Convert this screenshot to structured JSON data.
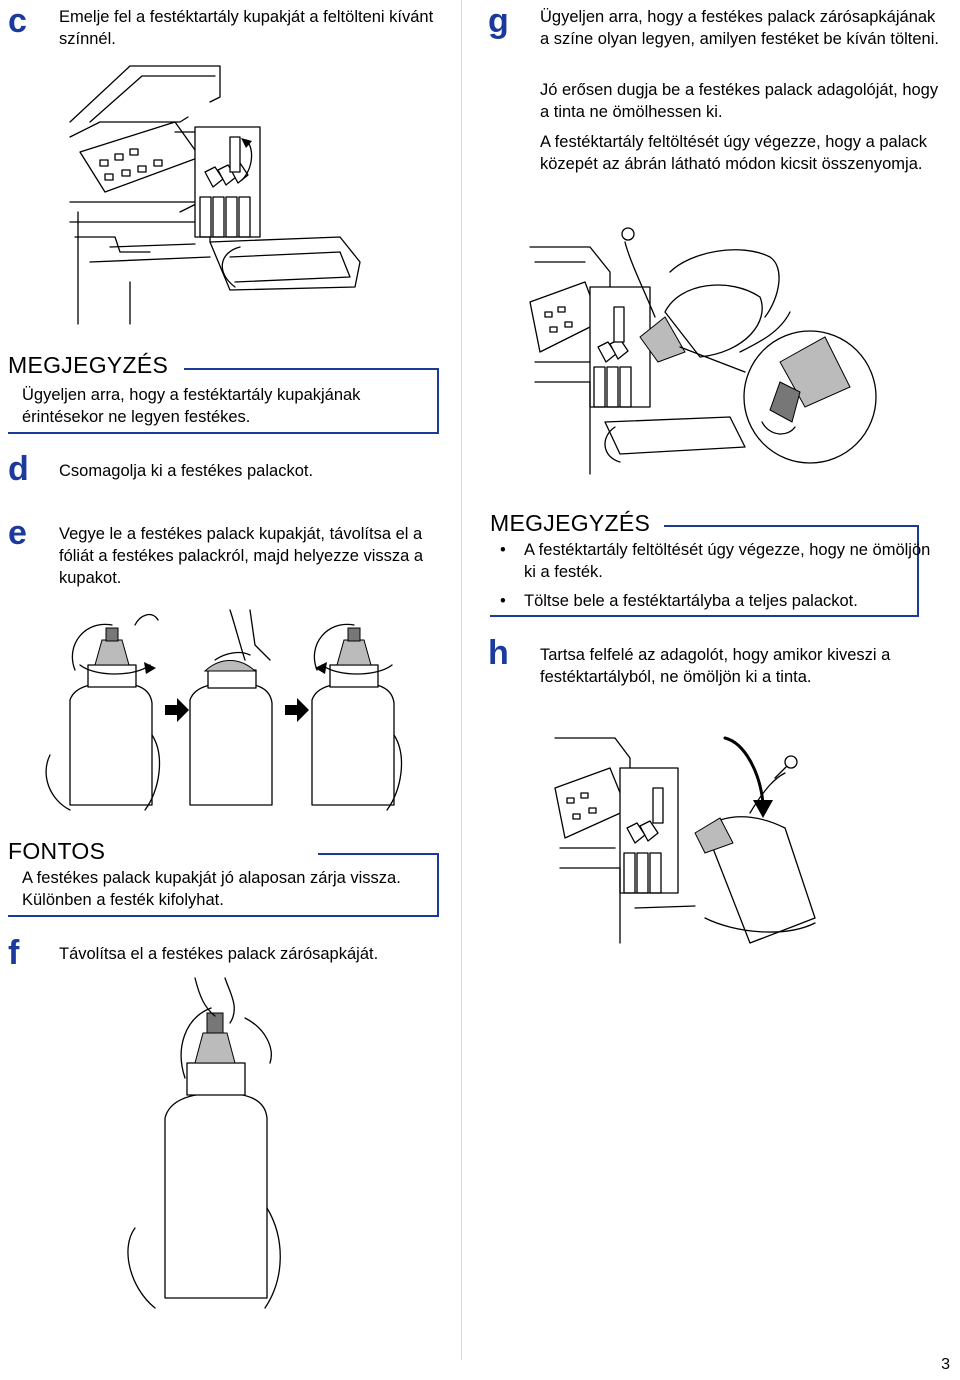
{
  "steps": {
    "c": {
      "letter": "c",
      "text": "Emelje fel a festéktartály kupakját a feltölteni kívánt színnél."
    },
    "d": {
      "letter": "d",
      "text": "Csomagolja ki a festékes palackot."
    },
    "e": {
      "letter": "e",
      "text": "Vegye le a festékes palack kupakját, távolítsa el a fóliát a festékes palackról, majd helyezze vissza a kupakot."
    },
    "f": {
      "letter": "f",
      "text": "Távolítsa el a festékes palack zárósapkáját."
    },
    "g": {
      "letter": "g",
      "p1": "Ügyeljen arra, hogy a festékes palack zárósapkájának a színe olyan legyen, amilyen festéket be kíván tölteni.",
      "p2": "Jó erősen dugja be a festékes palack adagolóját, hogy a tinta ne ömölhessen ki.",
      "p3": "A festéktartály feltöltését úgy végezze, hogy a palack közepét az ábrán látható módon kicsit összenyomja."
    },
    "h": {
      "letter": "h",
      "text": "Tartsa felfelé az adagolót, hogy amikor kiveszi a festéktartályból, ne ömöljön ki a tinta."
    }
  },
  "note1": {
    "title": "MEGJEGYZÉS",
    "text": "Ügyeljen arra, hogy a festéktartály kupakjának érintésekor ne legyen festékes."
  },
  "important": {
    "title": "FONTOS",
    "text": "A festékes palack kupakját jó alaposan zárja vissza. Különben a festék kifolyhat."
  },
  "note2": {
    "title": "MEGJEGYZÉS",
    "bullets": [
      "A festéktartály feltöltését úgy végezze, hogy ne ömöljön ki a festék.",
      "Töltse bele a festéktartályba a teljes palackot."
    ]
  },
  "page_number": "3",
  "colors": {
    "accent": "#1a3a9c"
  }
}
